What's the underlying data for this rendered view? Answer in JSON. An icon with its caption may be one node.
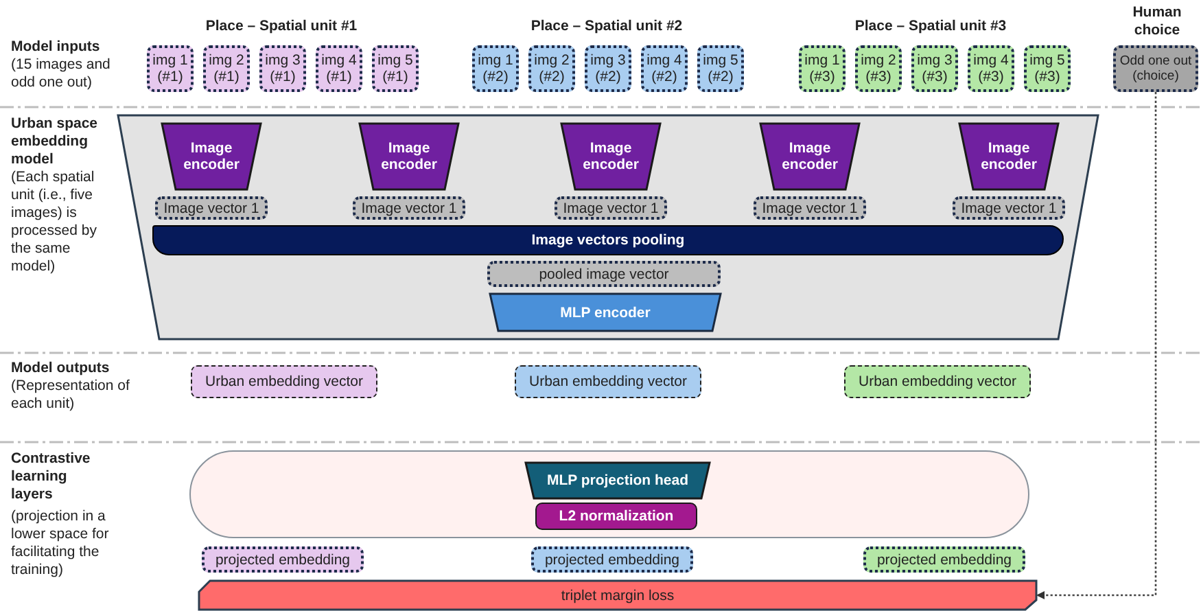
{
  "diagram": {
    "nodes": [
      {
        "text": [
          "img 1 (#1)"
        ]
      },
      {
        "text": [
          "img 2 (#1)"
        ]
      },
      {
        "text": [
          "img 3 (#1)"
        ]
      },
      {
        "text": [
          "img 4 (#1)"
        ]
      },
      {
        "text": [
          "img 5 (#1)"
        ]
      },
      {
        "text": [
          "img 1 (#2)"
        ]
      },
      {
        "text": [
          "img 2 (#2)"
        ]
      },
      {
        "text": [
          "img 3 (#2)"
        ]
      },
      {
        "text": [
          "img 4 (#2)"
        ]
      },
      {
        "text": [
          "img 5 (#2)"
        ]
      },
      {
        "text": [
          "img 1 (#3)"
        ]
      },
      {
        "text": [
          "img 2 (#3)"
        ]
      },
      {
        "text": [
          "img 3 (#3)"
        ]
      },
      {
        "text": [
          "img 4 (#3)"
        ]
      },
      {
        "text": [
          "img 5 (#3)"
        ]
      },
      {
        "text": [
          "Odd one out (choice)"
        ],
        "beside": [
          "Human choice"
        ]
      },
      {
        "text": [],
        "shape": "trapezoid"
      },
      {
        "text": [
          "Image encoder"
        ],
        "in": 16
      },
      {
        "text": [
          "Image encoder"
        ],
        "in": 16
      },
      {
        "text": [
          "Image encoder"
        ],
        "in": 16
      },
      {
        "text": [
          "Image encoder"
        ],
        "in": 16
      },
      {
        "text": [
          "Image encoder"
        ],
        "in": 16
      },
      {
        "text": [
          "Image vector 1"
        ],
        "in": 16
      },
      {
        "text": [
          "Image vector 1"
        ],
        "in": 16
      },
      {
        "text": [
          "Image vector 1"
        ],
        "in": 16
      },
      {
        "text": [
          "Image vector 1"
        ],
        "in": 16
      },
      {
        "text": [
          "Image vector 1"
        ],
        "in": 16
      },
      {
        "text": [
          "Image vectors pooling"
        ],
        "in": 16
      },
      {
        "text": [
          "pooled image vector"
        ],
        "in": 16
      },
      {
        "text": [
          "MLP encoder"
        ],
        "in": 16
      },
      {
        "text": [
          "Urban embedding vector"
        ]
      },
      {
        "text": [
          "Urban embedding vector"
        ]
      },
      {
        "text": [
          "Urban embedding vector"
        ]
      },
      {
        "text": [],
        "shape": "capsule"
      },
      {
        "text": [
          "MLP projection head"
        ],
        "in": 33
      },
      {
        "text": [
          "L2 normalization"
        ],
        "in": 33
      },
      {
        "text": [
          "projected embedding"
        ]
      },
      {
        "text": [
          "projected embedding"
        ]
      },
      {
        "text": [
          "projected embedding"
        ]
      },
      {
        "text": [
          "triplet margin loss"
        ]
      }
    ],
    "edges": [
      {
        "from": 15,
        "to": 39,
        "arrow": "to",
        "style": "dashed"
      }
    ],
    "labels": [
      "Place – Spatial unit #1",
      "Place – Spatial unit #2",
      "Place – Spatial unit #3",
      "Model inputs",
      "(15 images and odd one out)",
      "Urban space embedding model",
      "(Each spatial unit (i.e., five images) is processed by the same model)",
      "Model outputs",
      "(Representation of each unit)",
      "Contrastive learning layers",
      "(projection in a lower space for facilitating the training)"
    ]
  }
}
